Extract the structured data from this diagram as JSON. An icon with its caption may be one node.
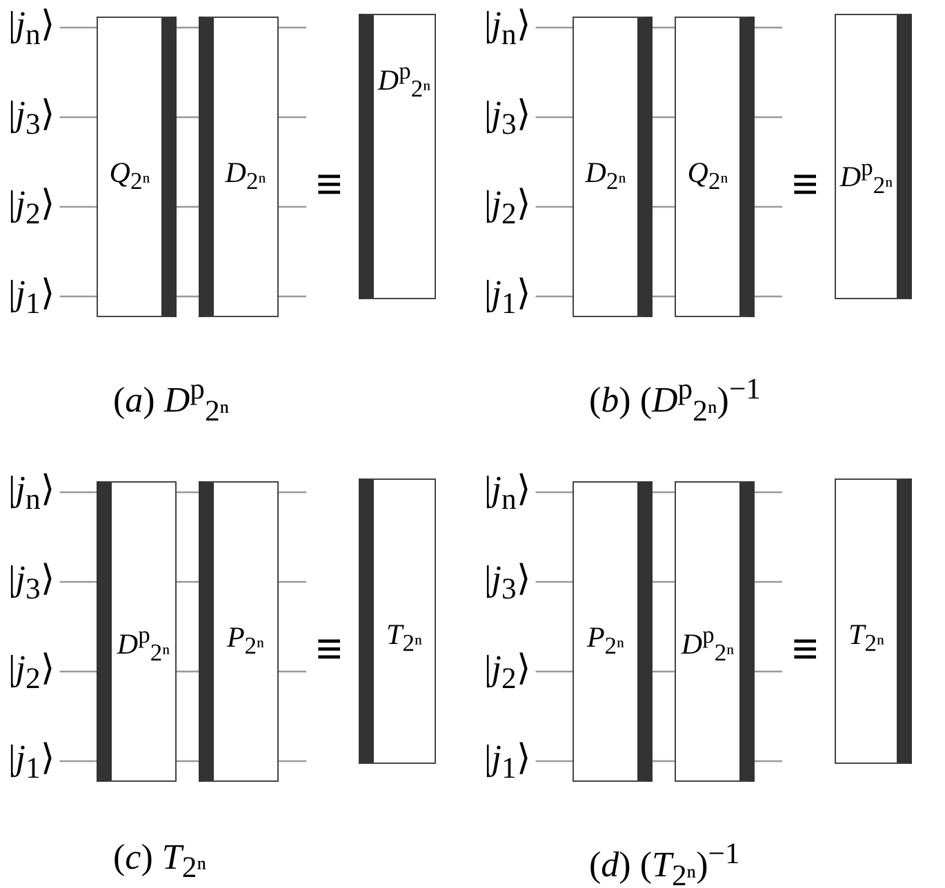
{
  "diagram": {
    "nodes": [
      {
        "text": [
          "|*j*$_{n}$⟩"
        ]
      },
      {
        "text": [
          "|*j*$_{3}$⟩"
        ]
      },
      {
        "text": [
          "|*j*$_{2}$⟩"
        ]
      },
      {
        "text": [
          "|*j*$_{1}$⟩"
        ]
      },
      {
        "text": [
          "*Q*$_{2ⁿ}$"
        ]
      },
      {
        "text": [
          "*D*$_{2ⁿ}$"
        ]
      },
      {
        "text": [
          "*D*$^{p}$$_{2ⁿ}$"
        ]
      },
      {
        "text": [
          "|*j*$_{n}$⟩"
        ]
      },
      {
        "text": [
          "|*j*$_{3}$⟩"
        ]
      },
      {
        "text": [
          "|*j*$_{2}$⟩"
        ]
      },
      {
        "text": [
          "|*j*$_{1}$⟩"
        ]
      },
      {
        "text": [
          "*D*$_{2ⁿ}$"
        ]
      },
      {
        "text": [
          "*Q*$_{2ⁿ}$"
        ]
      },
      {
        "text": [
          "*D*$^{p}$$_{2ⁿ}$"
        ]
      },
      {
        "text": [
          "|*j*$_{n}$⟩"
        ]
      },
      {
        "text": [
          "|*j*$_{3}$⟩"
        ]
      },
      {
        "text": [
          "|*j*$_{2}$⟩"
        ]
      },
      {
        "text": [
          "|*j*$_{1}$⟩"
        ]
      },
      {
        "text": [
          "*D*$^{p}$$_{2ⁿ}$"
        ]
      },
      {
        "text": [
          "*P*$_{2ⁿ}$"
        ]
      },
      {
        "text": [
          "*T*$_{2ⁿ}$"
        ]
      },
      {
        "text": [
          "|*j*$_{n}$⟩"
        ]
      },
      {
        "text": [
          "|*j*$_{3}$⟩"
        ]
      },
      {
        "text": [
          "|*j*$_{2}$⟩"
        ]
      },
      {
        "text": [
          "|*j*$_{1}$⟩"
        ]
      },
      {
        "text": [
          "*P*$_{2ⁿ}$"
        ]
      },
      {
        "text": [
          "*D*$^{p}$$_{2ⁿ}$"
        ]
      },
      {
        "text": [
          "*T*$_{2ⁿ}$"
        ]
      }
    ],
    "edges": [
      {
        "from": 0,
        "to": 4,
        "arrow": "none"
      },
      {
        "from": 1,
        "to": 4,
        "arrow": "none"
      },
      {
        "from": 2,
        "to": 4,
        "arrow": "none"
      },
      {
        "from": 3,
        "to": 4,
        "arrow": "none"
      },
      {
        "from": 4,
        "to": 5,
        "arrow": "none"
      },
      {
        "from": 4,
        "to": 5,
        "arrow": "none"
      },
      {
        "from": 4,
        "to": 5,
        "arrow": "none"
      },
      {
        "from": 4,
        "to": 5,
        "arrow": "none"
      },
      {
        "from": 5,
        "to": null,
        "arrow": "none"
      },
      {
        "from": 5,
        "to": null,
        "arrow": "none"
      },
      {
        "from": 5,
        "to": null,
        "arrow": "none"
      },
      {
        "from": 5,
        "to": null,
        "arrow": "none"
      },
      {
        "from": 7,
        "to": 11,
        "arrow": "none"
      },
      {
        "from": 8,
        "to": 11,
        "arrow": "none"
      },
      {
        "from": 9,
        "to": 11,
        "arrow": "none"
      },
      {
        "from": 10,
        "to": 11,
        "arrow": "none"
      },
      {
        "from": 11,
        "to": 12,
        "arrow": "none"
      },
      {
        "from": 11,
        "to": 12,
        "arrow": "none"
      },
      {
        "from": 11,
        "to": 12,
        "arrow": "none"
      },
      {
        "from": 11,
        "to": 12,
        "arrow": "none"
      },
      {
        "from": 12,
        "to": null,
        "arrow": "none"
      },
      {
        "from": 12,
        "to": null,
        "arrow": "none"
      },
      {
        "from": 12,
        "to": null,
        "arrow": "none"
      },
      {
        "from": 12,
        "to": null,
        "arrow": "none"
      },
      {
        "from": 14,
        "to": 18,
        "arrow": "none"
      },
      {
        "from": 15,
        "to": 18,
        "arrow": "none"
      },
      {
        "from": 16,
        "to": 18,
        "arrow": "none"
      },
      {
        "from": 17,
        "to": 18,
        "arrow": "none"
      },
      {
        "from": 18,
        "to": 19,
        "arrow": "none"
      },
      {
        "from": 18,
        "to": 19,
        "arrow": "none"
      },
      {
        "from": 18,
        "to": 19,
        "arrow": "none"
      },
      {
        "from": 18,
        "to": 19,
        "arrow": "none"
      },
      {
        "from": 19,
        "to": null,
        "arrow": "none"
      },
      {
        "from": 19,
        "to": null,
        "arrow": "none"
      },
      {
        "from": 19,
        "to": null,
        "arrow": "none"
      },
      {
        "from": 19,
        "to": null,
        "arrow": "none"
      },
      {
        "from": 21,
        "to": 25,
        "arrow": "none"
      },
      {
        "from": 22,
        "to": 25,
        "arrow": "none"
      },
      {
        "from": 23,
        "to": 25,
        "arrow": "none"
      },
      {
        "from": 24,
        "to": 25,
        "arrow": "none"
      },
      {
        "from": 25,
        "to": 26,
        "arrow": "none"
      },
      {
        "from": 25,
        "to": 26,
        "arrow": "none"
      },
      {
        "from": 25,
        "to": 26,
        "arrow": "none"
      },
      {
        "from": 25,
        "to": 26,
        "arrow": "none"
      },
      {
        "from": 26,
        "to": null,
        "arrow": "none"
      },
      {
        "from": 26,
        "to": null,
        "arrow": "none"
      },
      {
        "from": 26,
        "to": null,
        "arrow": "none"
      },
      {
        "from": 26,
        "to": null,
        "arrow": "none"
      }
    ],
    "labels": [
      "≡",
      "(*a*) *D*$^{p}$$_{2ⁿ}$",
      "≡",
      "(*b*) (*D*$^{p}$$_{2ⁿ}$)$^{−1}$",
      "≡",
      "(*c*) *T*$_{2ⁿ}$",
      "≡",
      "(*d*) (*T*$_{2ⁿ}$)$^{−1}$"
    ]
  }
}
